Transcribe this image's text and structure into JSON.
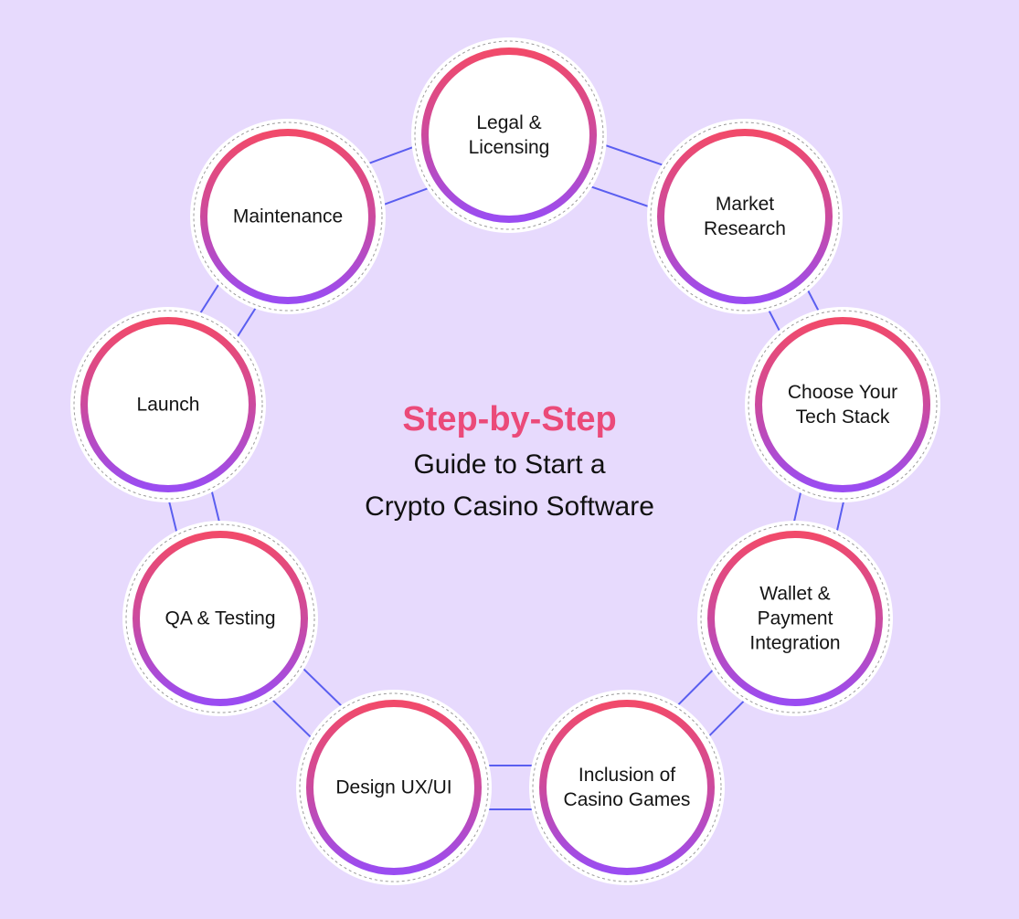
{
  "title": {
    "highlight": "Step-by-Step",
    "line2": "Guide to Start a",
    "line3": "Crypto Casino Software"
  },
  "steps": [
    {
      "label": "Legal &\nLicensing"
    },
    {
      "label": "Market\nResearch"
    },
    {
      "label": "Choose Your\nTech Stack"
    },
    {
      "label": "Wallet &\nPayment\nIntegration"
    },
    {
      "label": "Inclusion of\nCasino Games"
    },
    {
      "label": "Design UX/UI"
    },
    {
      "label": "QA & Testing"
    },
    {
      "label": "Launch"
    },
    {
      "label": "Maintenance"
    }
  ],
  "colors": {
    "background": "#e7dafd",
    "ring_top": "#f14a6a",
    "ring_bottom": "#9a4cf2",
    "connector": "#5a5ef0",
    "highlight_text": "#eb4a79"
  }
}
